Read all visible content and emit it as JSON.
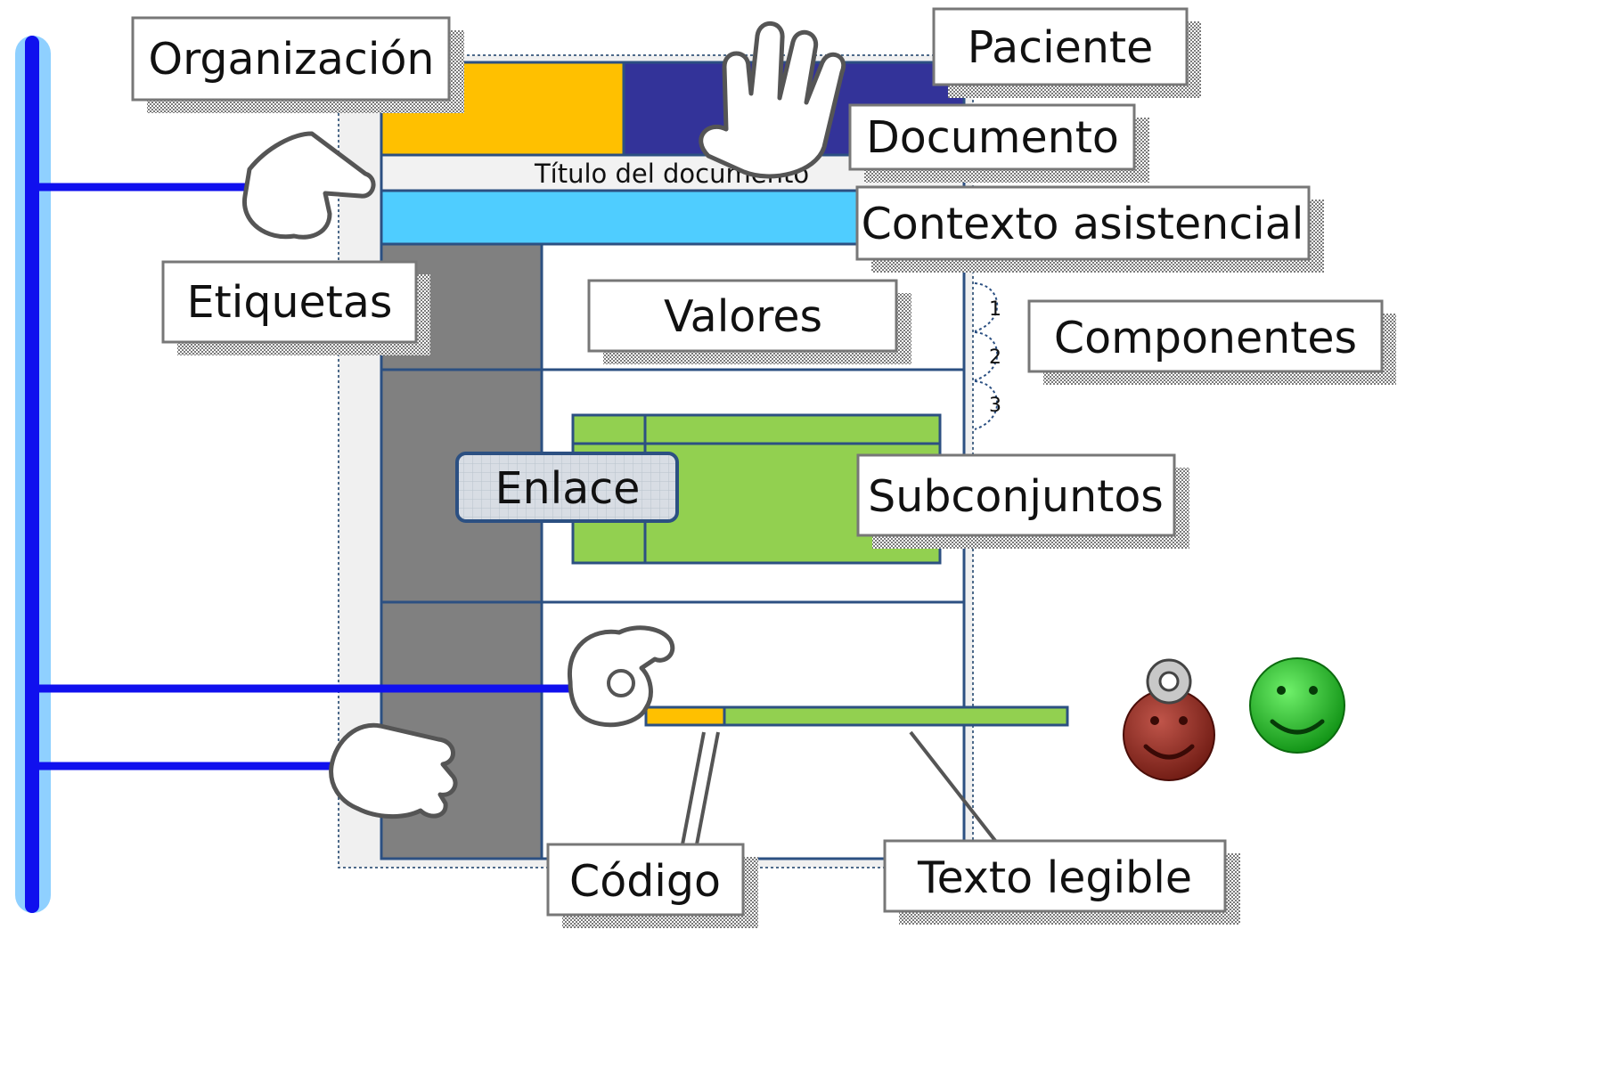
{
  "labels": {
    "organizacion": "Organización",
    "paciente": "Paciente",
    "documento": "Documento",
    "titulo_documento": "Título del documento",
    "contexto_asistencial": "Contexto asistencial",
    "etiquetas": "Etiquetas",
    "valores": "Valores",
    "componentes": "Componentes",
    "enlace": "Enlace",
    "subconjuntos": "Subconjuntos",
    "codigo": "Código",
    "texto_legible": "Texto legible"
  },
  "component_tabs": [
    "1",
    "2",
    "3"
  ],
  "colors": {
    "organization_bar": "#ffc000",
    "patient_bar": "#333399",
    "context_bar": "#4fcdff",
    "labels_column": "#808080",
    "subset_table": "#92d050",
    "code_segment": "#ffc000",
    "text_segment": "#92d050",
    "spine": "#1010ee",
    "spine_glow": "#8fd0ff",
    "frame_line": "#2c5082",
    "sad_face": "#9b2a20",
    "happy_face": "#22b822"
  }
}
